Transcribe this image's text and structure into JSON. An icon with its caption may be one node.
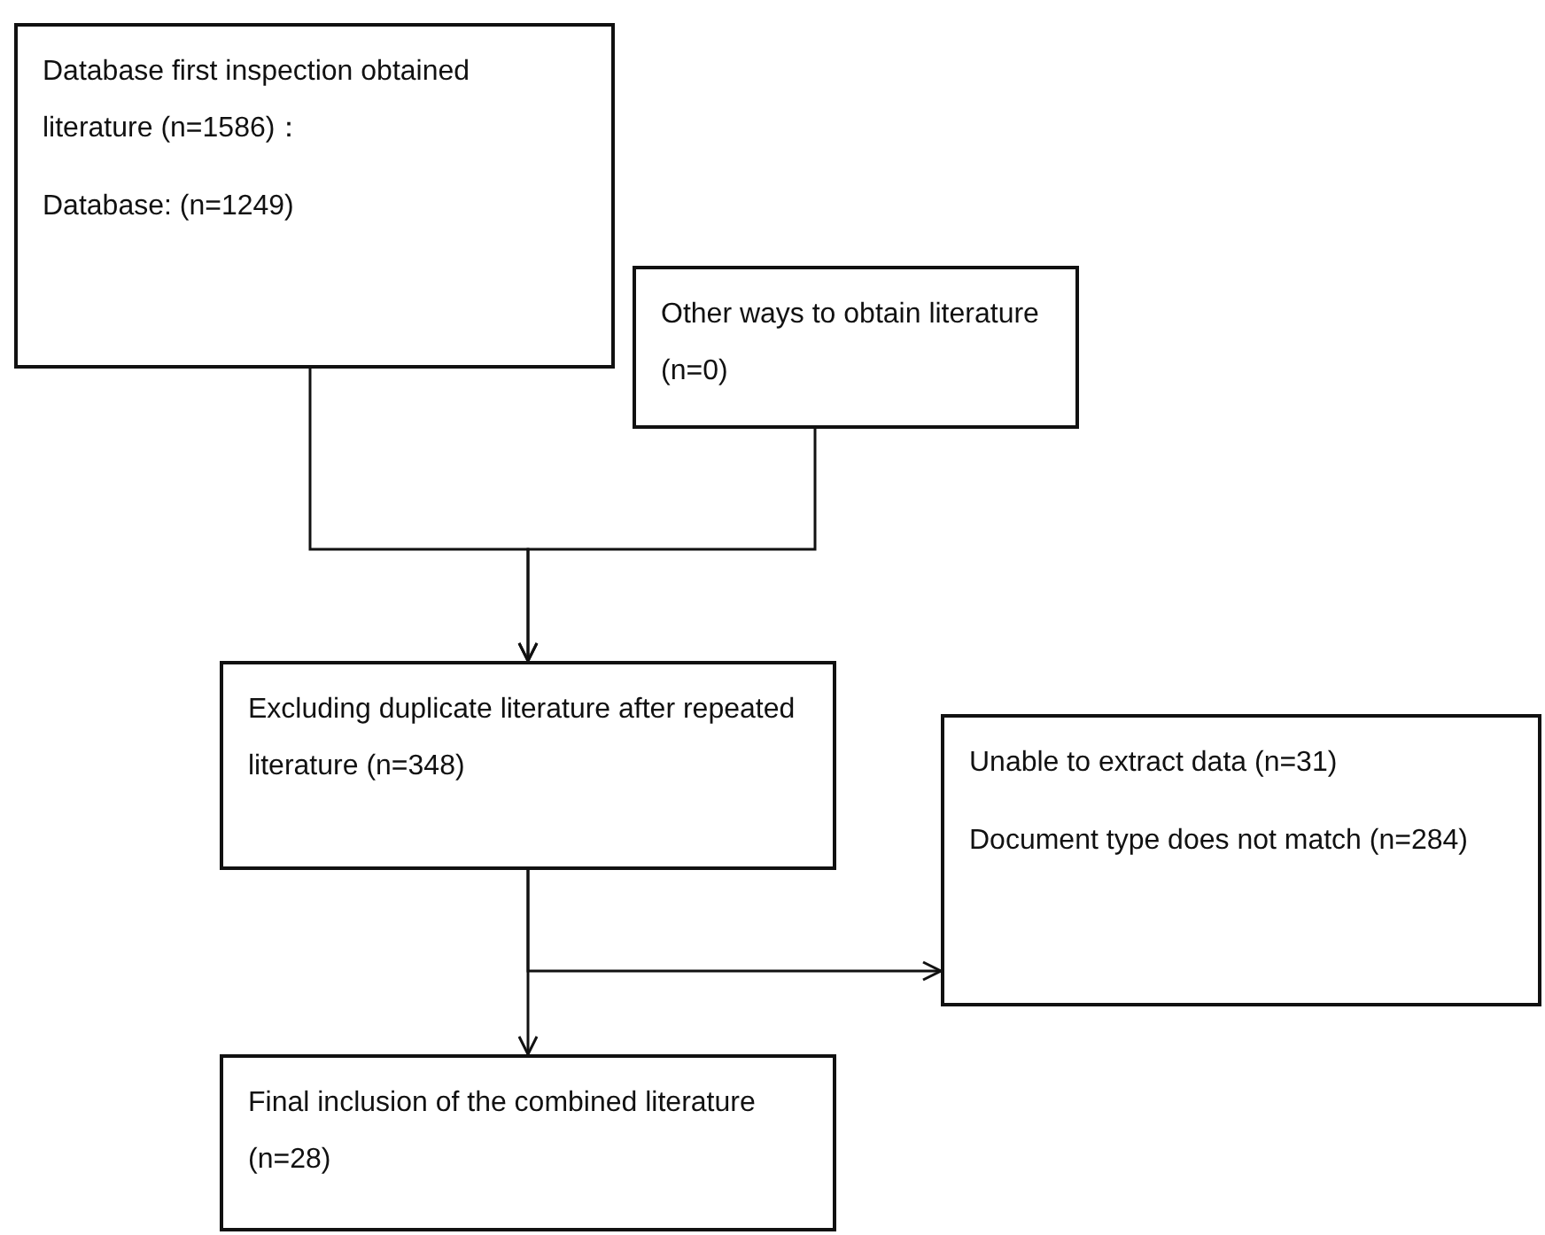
{
  "diagram": {
    "nodes": [
      {
        "text": [
          "Database first inspection obtained literature (n=1586)：",
          "Database: (n=1249)"
        ]
      },
      {
        "text": [
          "Other ways to obtain literature (n=0)"
        ]
      },
      {
        "text": [
          "Excluding duplicate literature after repeated literature (n=348)"
        ]
      },
      {
        "text": [
          "Final inclusion of the combined literature (n=28)"
        ]
      },
      {
        "text": [
          "Unable to extract data (n=31)",
          "Document type does not match (n=284)"
        ]
      }
    ],
    "edges": [
      {
        "from": 0,
        "to": 2,
        "arrow": "to"
      },
      {
        "from": 1,
        "to": 2,
        "arrow": "to"
      },
      {
        "from": 2,
        "to": 3,
        "arrow": "to"
      },
      {
        "from": 2,
        "to": 4,
        "arrow": "to"
      }
    ]
  }
}
